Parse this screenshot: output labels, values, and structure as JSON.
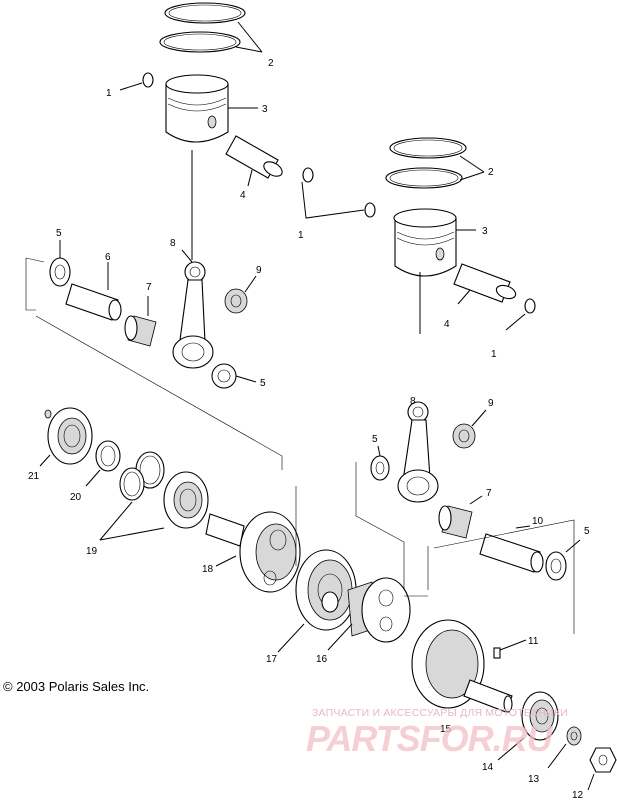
{
  "copyright": "© 2003 Polaris Sales Inc.",
  "watermark": {
    "tagline": "ЗАПЧАСТИ И АКСЕССУАРЫ ДЛЯ МОТОТЕХНИКИ",
    "logo": "PARTSFOR.RU",
    "color": "#f3c0c8"
  },
  "callouts": {
    "c1a": "1",
    "c1b": "1",
    "c1c": "1",
    "c2a": "2",
    "c2b": "2",
    "c3a": "3",
    "c3b": "3",
    "c4a": "4",
    "c4b": "4",
    "c5a": "5",
    "c5b": "5",
    "c5c": "5",
    "c5d": "5",
    "c6": "6",
    "c7a": "7",
    "c7b": "7",
    "c8a": "8",
    "c8b": "8",
    "c9a": "9",
    "c9b": "9",
    "c10": "10",
    "c11": "11",
    "c12": "12",
    "c13": "13",
    "c14": "14",
    "c15": "15",
    "c16": "16",
    "c17": "17",
    "c18": "18",
    "c19": "19",
    "c20": "20",
    "c21": "21"
  }
}
